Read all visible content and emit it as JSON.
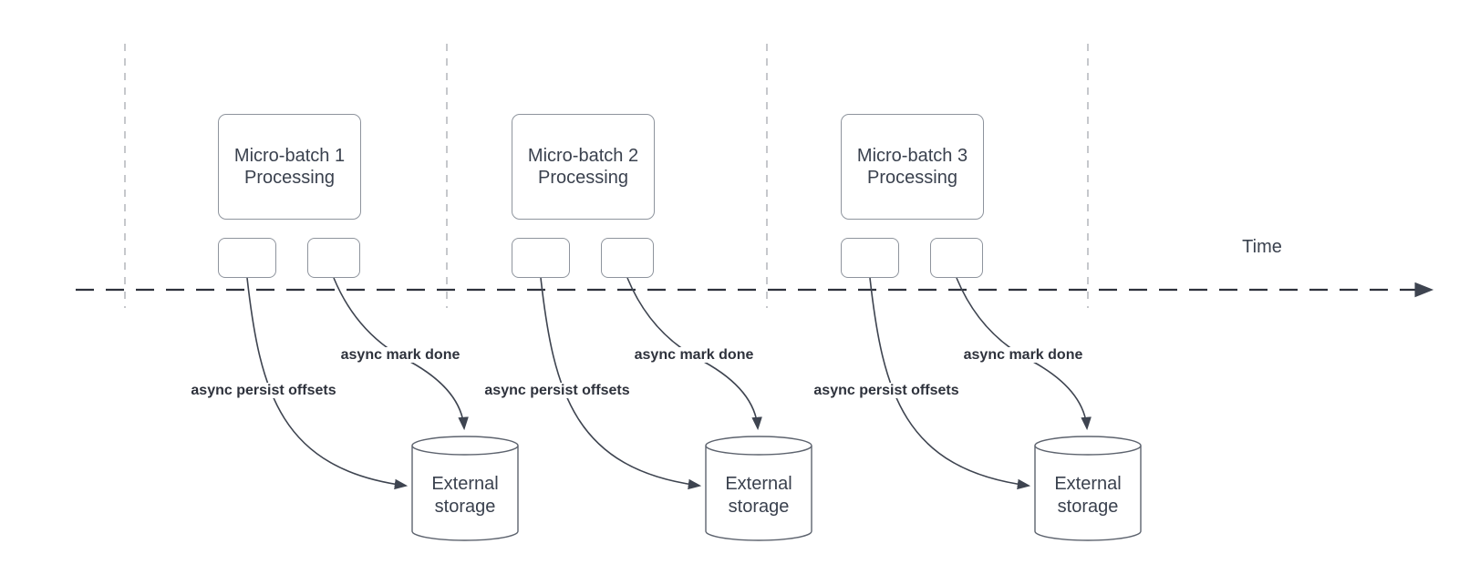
{
  "time_label": "Time",
  "sections": [
    {
      "batch_title": "Micro-batch 1 Processing",
      "persist_label": "async persist offsets",
      "markdone_label": "async mark done",
      "storage_label": "External storage"
    },
    {
      "batch_title": "Micro-batch 2 Processing",
      "persist_label": "async persist offsets",
      "markdone_label": "async mark done",
      "storage_label": "External storage"
    },
    {
      "batch_title": "Micro-batch 3 Processing",
      "persist_label": "async persist offsets",
      "markdone_label": "async mark done",
      "storage_label": "External storage"
    }
  ],
  "colors": {
    "background": "#ffffff",
    "shape_border": "#8e949d",
    "cylinder_border": "#5d636e",
    "shape_text": "#3a414e",
    "flow_label_text": "#2e323c",
    "timeline": "#2e323c",
    "grid_line": "#b3b6bc",
    "arrow": "#3e4450"
  }
}
